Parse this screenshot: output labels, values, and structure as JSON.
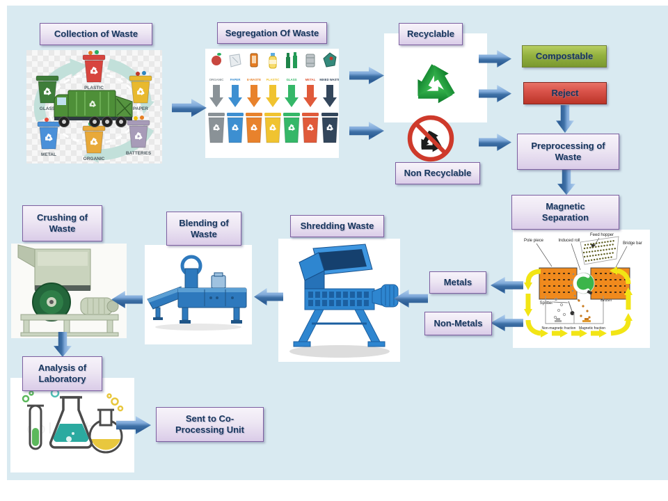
{
  "slide": {
    "background": "#D9EAF1",
    "page_background": "#FFFFFF"
  },
  "flow_labels": {
    "collection": "Collection of Waste",
    "segregation": "Segregation Of Waste",
    "recyclable": "Recyclable",
    "non_recyclable": "Non Recyclable",
    "compostable": "Compostable",
    "reject": "Reject",
    "preprocessing": "Preprocessing of Waste",
    "magnetic_separation": "Magnetic Separation",
    "metals": "Metals",
    "non_metals": "Non-Metals",
    "shredding": "Shredding Waste",
    "blending": "Blending of Waste",
    "crushing": "Crushing of Waste",
    "analysis": "Analysis of Laboratory",
    "sent_to": "Sent to Co-Processing Unit"
  },
  "collection_image": {
    "bins": [
      {
        "label": "PLASTIC",
        "color": "#D7443E"
      },
      {
        "label": "GLASS",
        "color": "#3E7D3A"
      },
      {
        "label": "PAPER",
        "color": "#E8B92E"
      },
      {
        "label": "METAL",
        "color": "#4A90D9"
      },
      {
        "label": "ORGANIC",
        "color": "#E8A93A"
      },
      {
        "label": "BATTERIES",
        "color": "#A79BB8"
      }
    ]
  },
  "segregation_image": {
    "columns": [
      {
        "label": "ORGANIC",
        "color": "#8A9297"
      },
      {
        "label": "PAPER",
        "color": "#3D8FD1"
      },
      {
        "label": "E-WASTE",
        "color": "#E8822C"
      },
      {
        "label": "PLASTIC",
        "color": "#F0C330"
      },
      {
        "label": "GLASS",
        "color": "#35B768"
      },
      {
        "label": "METAL",
        "color": "#E05A3A"
      },
      {
        "label": "MIXED WASTE",
        "color": "#33465B"
      }
    ]
  },
  "magnetic_diagram": {
    "feed_hopper": "Feed hopper",
    "pole_piece": "Pole piece",
    "induced_roll": "Induced roll",
    "bridge_bar": "Bridge bar",
    "splitter": "Splitter",
    "brush": "Brush",
    "non_magnetic_fraction": "Non-magnetic fraction",
    "magnetic_fraction": "Magnetic fraction"
  },
  "lab_image": {
    "watermark": "colourbox"
  },
  "colors": {
    "label_border": "#7D5FA0",
    "label_text": "#17365D",
    "label_gradient_top": "#F7F3FA",
    "label_gradient_bottom": "#DACCE8",
    "compostable_fill": "#94B23F",
    "reject_fill": "#C94A3D",
    "arrow_blue": "#4F81BD",
    "recycle_green": "#1C9C3C",
    "no_recycle_red": "#CE3A2B",
    "diagram_orange": "#F08A1D",
    "diagram_yellow": "#F2E515"
  }
}
